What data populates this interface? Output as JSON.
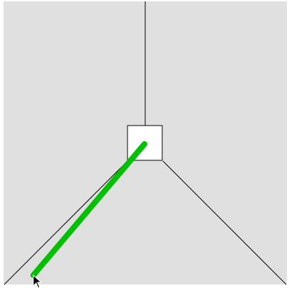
{
  "colors": {
    "background": "#e0e0e0",
    "page": "#ffffff",
    "line": "#000000",
    "stick": "#00c000",
    "center_box_fill": "#ffffff",
    "cursor_fill": "#000000",
    "cursor_stroke": "#ffffff"
  },
  "scene": {
    "guide_lines": [
      "vertical-up",
      "diagonal-down-left",
      "diagonal-down-right"
    ],
    "center_box": true,
    "stick": true,
    "cursor_icon": "arrow-pointer-icon"
  }
}
